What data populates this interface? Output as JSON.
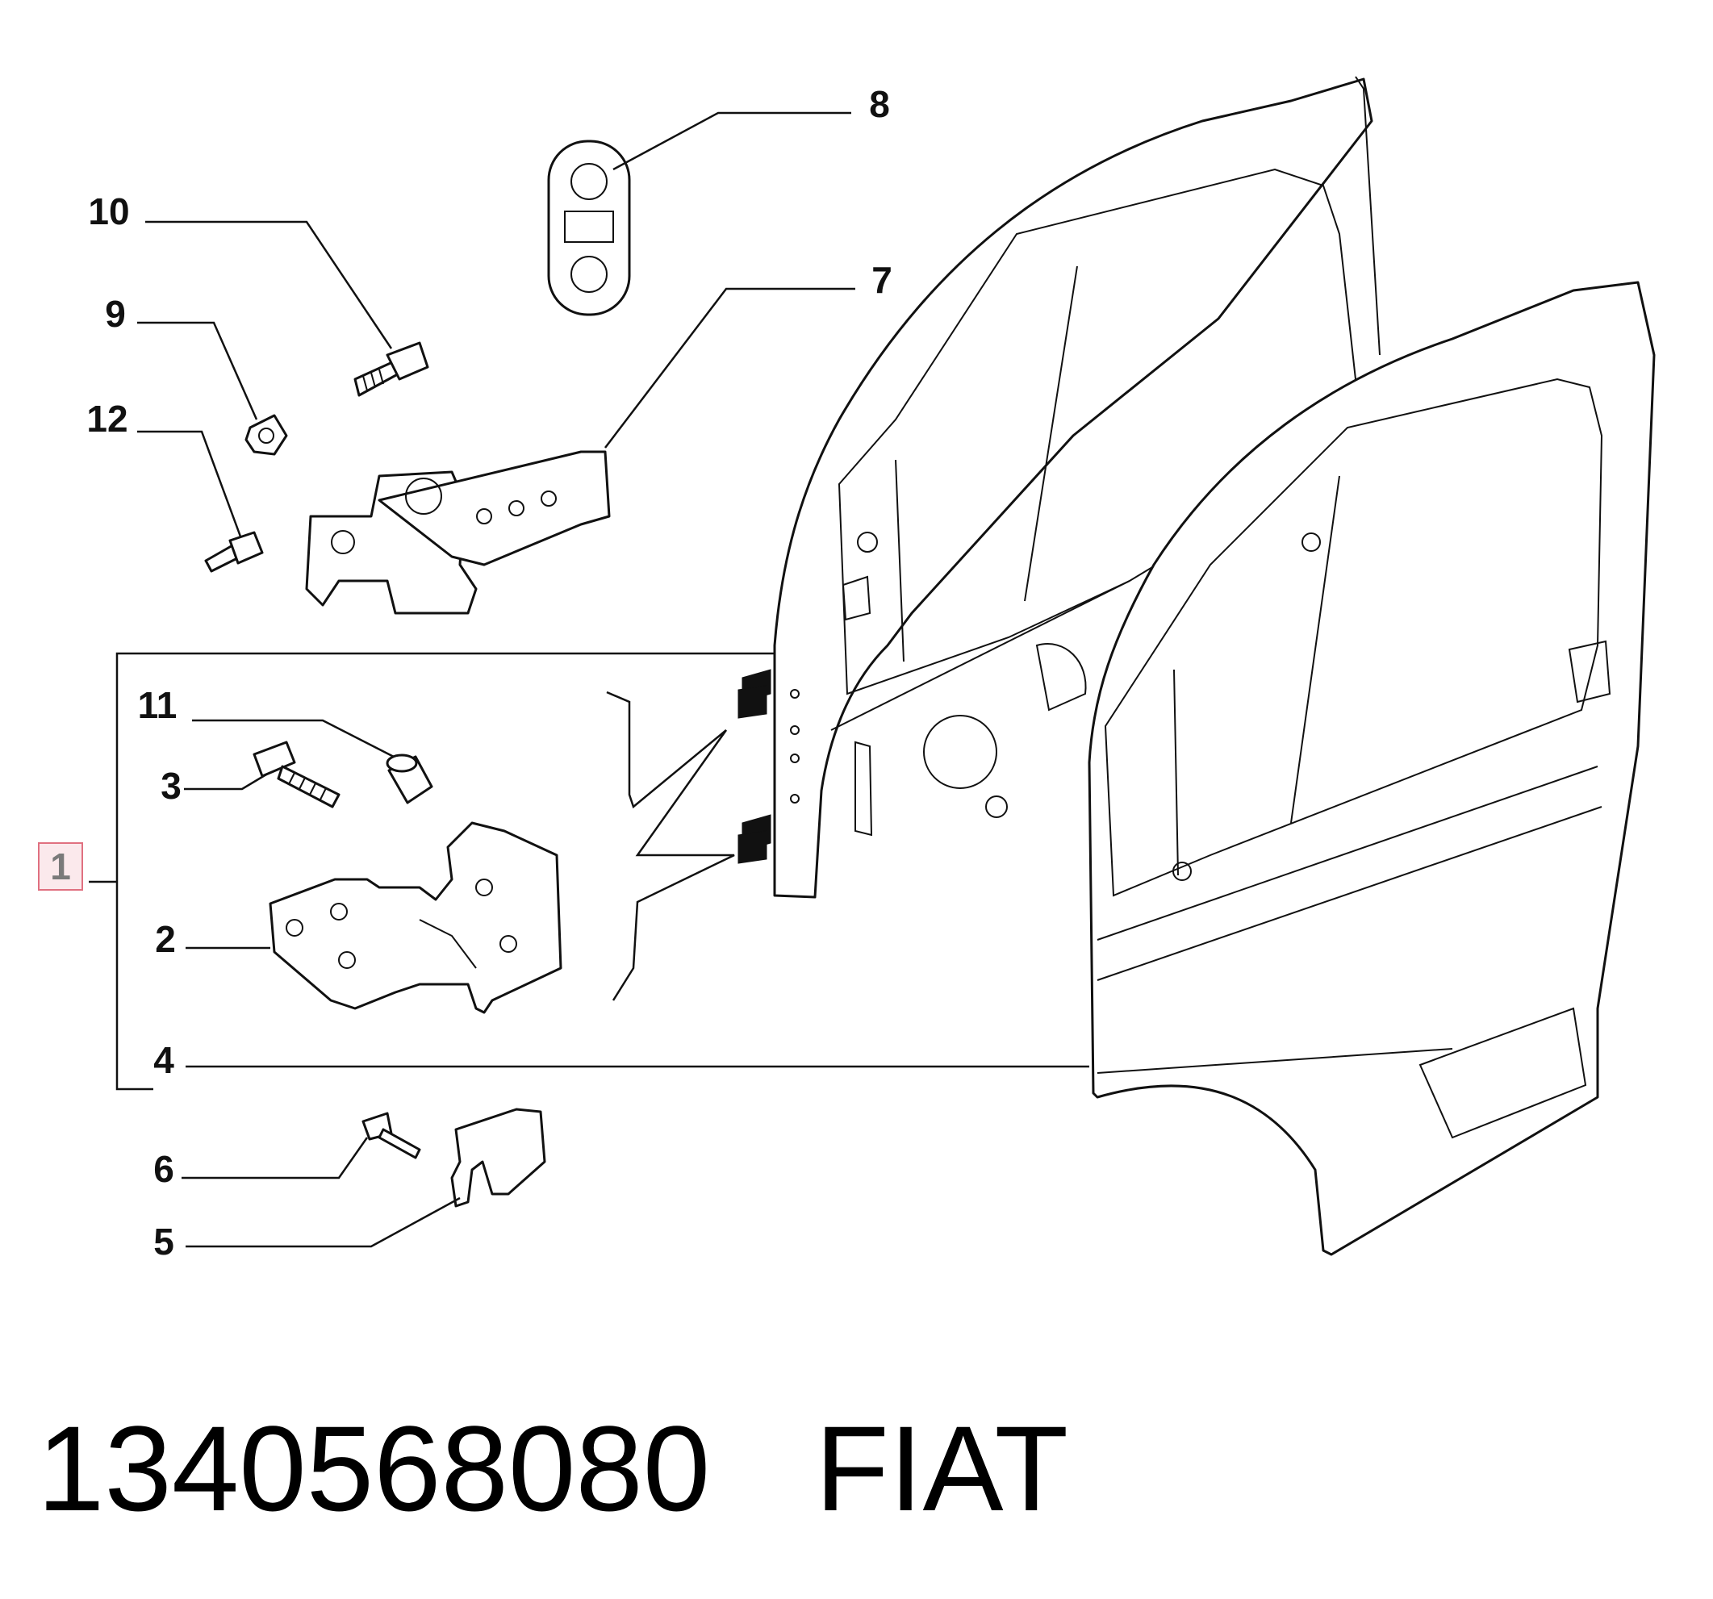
{
  "callouts": {
    "c1": "1",
    "c2": "2",
    "c3": "3",
    "c4": "4",
    "c5": "5",
    "c6": "6",
    "c7": "7",
    "c8": "8",
    "c9": "9",
    "c10": "10",
    "c11": "11",
    "c12": "12"
  },
  "footer": {
    "part_number": "1340568080",
    "brand": "FIAT"
  },
  "colors": {
    "line": "#111111",
    "callout_highlight_border": "#e07080",
    "callout_highlight_fill": "#fbe9ec"
  }
}
